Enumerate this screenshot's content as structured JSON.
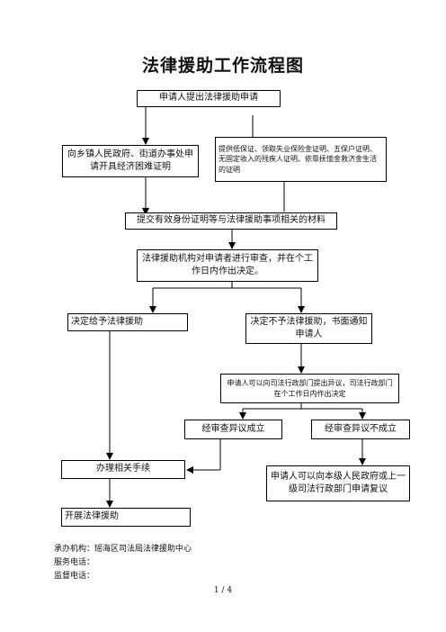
{
  "title": "法律援助工作流程图",
  "steps": {
    "apply": "申请人提出法律援助申请",
    "village_cert": "向乡镇人民政府、街道办事处申请开具经济困难证明",
    "provide_docs": "提供低保证、领取失业保险金证明、五保户证明、无固定收入的残疾人证明、依靠抚恤金救济金生活的证明",
    "submit_id": "提交有效身份证明等与法律援助事项相关的材料",
    "review": "法律援助机构对申请者进行审查，并在个工作日内作出决定。",
    "grant": "决定给予法律援助",
    "deny": "决定不予法律援助，书面通知申请人",
    "objection": "申请人可以向司法行政部门提出异议，司法行政部门在个工作日内作出决定",
    "objection_ok": "经审查异议成立",
    "objection_fail": "经审查异议不成立",
    "procedures": "办理相关手续",
    "appeal": "申请人可以向本级人民政府或上一级司法行政部门申请复议",
    "start": "开展法律援助"
  },
  "footer": {
    "org": "承办机构：瑶海区司法局法律援助中心",
    "service_phone": "服务电话：",
    "supervise_phone": "监督电话："
  },
  "page_number": "1 / 4"
}
